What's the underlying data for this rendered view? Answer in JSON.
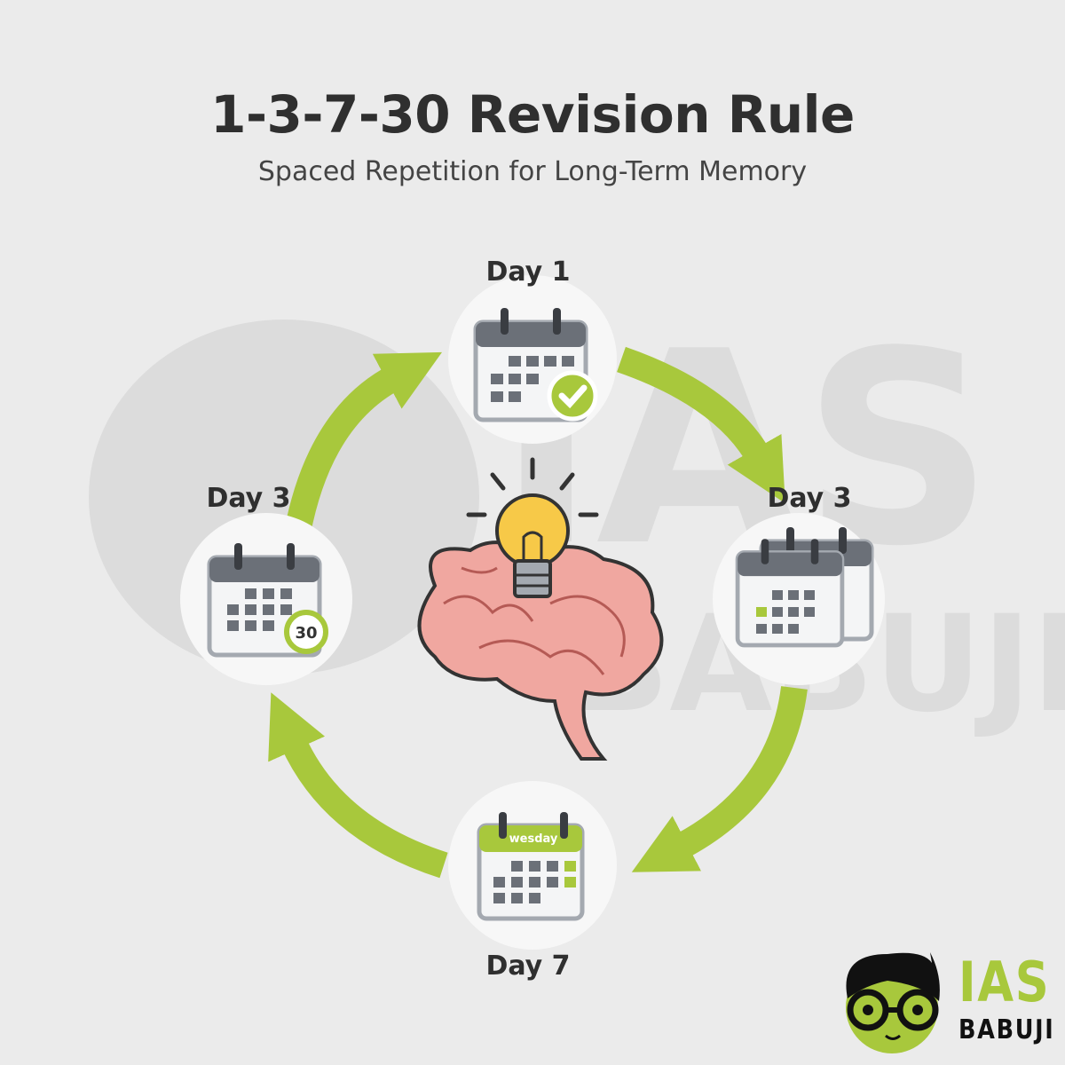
{
  "header": {
    "title": "1-3-7-30 Revision Rule",
    "subtitle": "Spaced Repetition for Long-Term Memory"
  },
  "cycle": {
    "steps": [
      {
        "label": "Day 1",
        "icon": "calendar-check-icon"
      },
      {
        "label": "Day 3",
        "icon": "calendar-stack-icon"
      },
      {
        "label": "Day 7",
        "icon": "calendar-weekday-icon",
        "calendar_header": "wesday"
      },
      {
        "label": "Day 3",
        "icon": "calendar-30-icon",
        "badge": "30"
      }
    ],
    "center_icon": "brain-lightbulb-icon"
  },
  "logo": {
    "line1": "IAS",
    "line2": "BABUJI"
  },
  "colors": {
    "accent": "#a8c83c",
    "text": "#2f2f2f",
    "background": "#ebebeb",
    "calendar": "#6b7078",
    "brain": "#f0a7a0",
    "bulb": "#f7c948"
  }
}
